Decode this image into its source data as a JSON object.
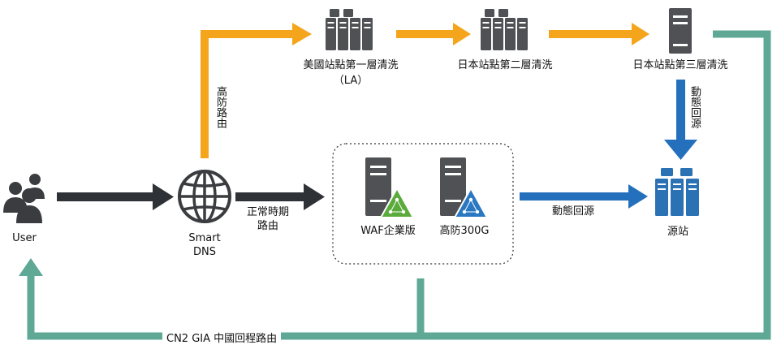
{
  "nodes": {
    "user": "User",
    "smart_dns_line1": "Smart",
    "smart_dns_line2": "DNS",
    "us_scrub_line1": "美國站點第一層清洗",
    "us_scrub_line2": "（LA）",
    "jp_scrub_2": "日本站點第二層清洗",
    "jp_scrub_3": "日本站點第三層清洗",
    "waf": "WAF企業版",
    "ddos": "高防300G",
    "origin": "源站"
  },
  "edges": {
    "high_defense_route": "高防路由",
    "normal_route_line1": "正常時期",
    "normal_route_line2": "路由",
    "dynamic_back_to_origin": "動態回源",
    "dynamic_back_to_origin_vertical": "動態回源",
    "cn2_return": "CN2 GIA 中國回程路由"
  },
  "colors": {
    "dark_arrow": "#2e3135",
    "orange_arrow": "#f5a51c",
    "blue_arrow": "#2470bd",
    "teal_route": "#5fa896",
    "server_gray": "#4f5154",
    "server_blue": "#2b72b5",
    "triangle_green": "#5aab3c",
    "triangle_blue": "#2a78c2"
  }
}
